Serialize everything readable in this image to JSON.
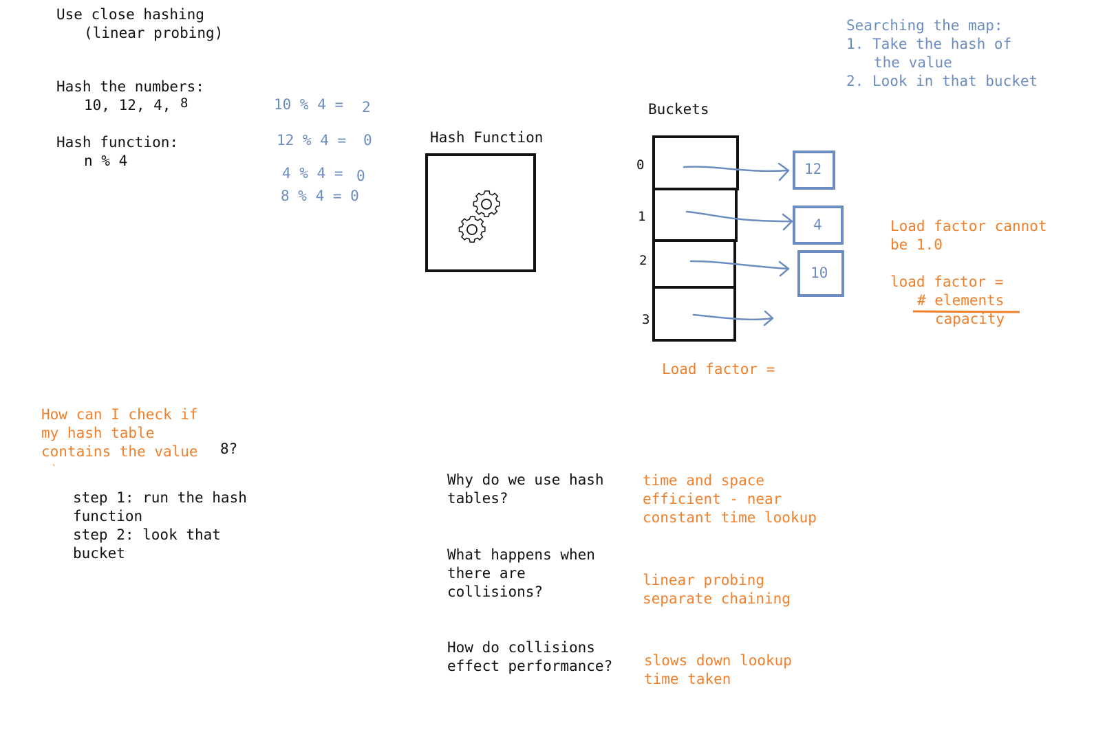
{
  "colors": {
    "ink": "#111111",
    "blue": "#6b8cbe",
    "orange": "#f07f2a"
  },
  "intro": {
    "line1": "Use close hashing",
    "line2": "(linear probing)"
  },
  "hash_numbers": {
    "label": "Hash the numbers:",
    "values": "10, 12, 4,",
    "extra": "8"
  },
  "hash_function": {
    "label": "Hash function:",
    "formula": "n % 4"
  },
  "computations": [
    {
      "expr": "10 % 4 =",
      "result": "2"
    },
    {
      "expr": "12 % 4 =",
      "result": "0"
    },
    {
      "expr": "4 % 4 =",
      "result": "0"
    },
    {
      "expr": "8 % 4 = 0",
      "result": ""
    }
  ],
  "hash_box": {
    "title": "Hash Function",
    "icon": "gears-icon"
  },
  "buckets": {
    "title": "Buckets",
    "indices": [
      "0",
      "1",
      "2",
      "3"
    ],
    "values": [
      "12",
      "4",
      "10",
      ""
    ]
  },
  "searching": {
    "title": "Searching the map:",
    "step1a": "1. Take the hash of",
    "step1b": "the value",
    "step2": "2. Look in that bucket"
  },
  "load_factor": {
    "cannot_a": "Load factor cannot",
    "cannot_b": "be 1.0",
    "formula_label": "load factor =",
    "numerator": "# elements",
    "denominator": "capacity",
    "under_buckets": "Load factor ="
  },
  "check_question": {
    "line1": "How can I check if",
    "line2": "my hash table",
    "line3": "contains the value",
    "value": "8?",
    "stray_mark": "ˎ"
  },
  "steps": {
    "line1": "step 1: run the hash",
    "line2": "function",
    "line3": "step 2: look that",
    "line4": "bucket"
  },
  "qa": [
    {
      "question": [
        "Why do we use hash",
        "tables?"
      ],
      "answer": [
        "time and space",
        "efficient - near",
        "constant time lookup"
      ]
    },
    {
      "question": [
        "What happens when",
        "there are",
        "collisions?"
      ],
      "answer": [
        "linear probing",
        "separate chaining"
      ]
    },
    {
      "question": [
        "How do collisions",
        "effect performance?"
      ],
      "answer": [
        "slows down lookup",
        "time taken"
      ]
    }
  ]
}
